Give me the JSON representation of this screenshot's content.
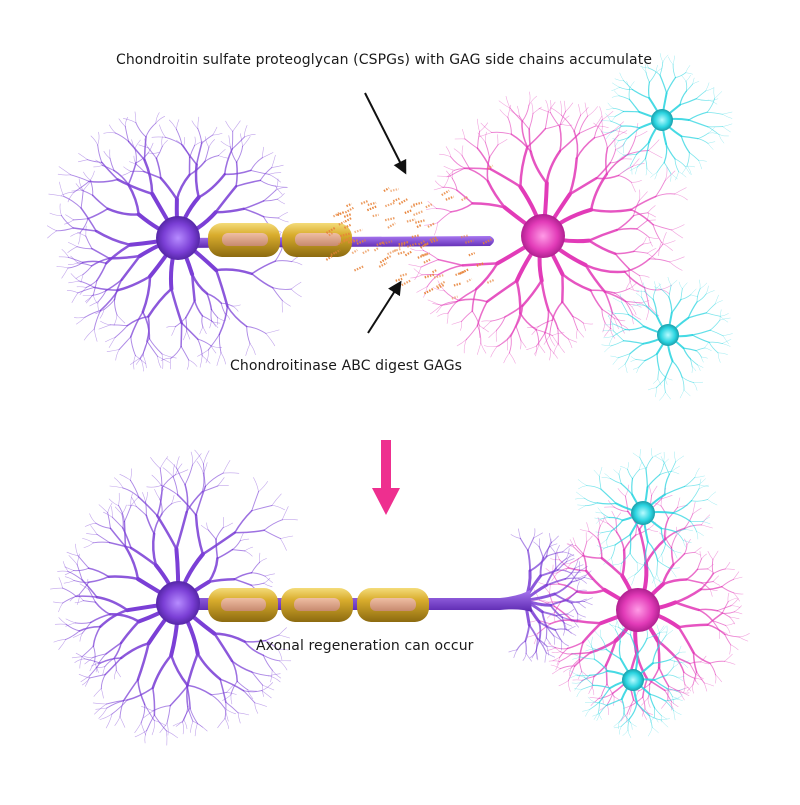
{
  "labels": {
    "cspg_accumulate": "Chondroitin sulfate proteoglycan (CSPGs) with GAG side chains accumulate",
    "chondroitinase": "Chondroitinase ABC digest GAGs",
    "regeneration": "Axonal regeneration can occur"
  },
  "colors": {
    "neuron_purple": "#7b3fd6",
    "target_magenta": "#e23bb8",
    "glia_cyan": "#2ad4e0",
    "myelin_gold": "#c9a227",
    "myelin_core": "#d99a8a",
    "gag_orange": "#e8843a",
    "arrow_pink": "#ee2f8f",
    "annotation_arrow": "#111111"
  },
  "icons": {
    "transition_arrow": "down-arrow-icon"
  }
}
